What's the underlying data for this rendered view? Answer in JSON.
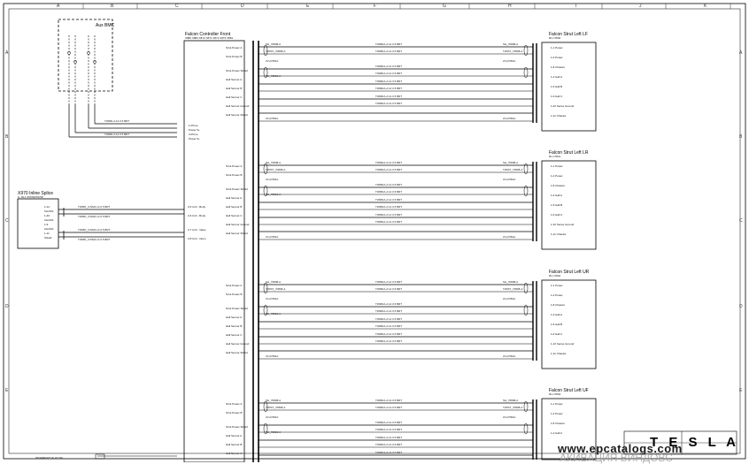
{
  "border": {
    "top_labels": [
      "A",
      "B",
      "C",
      "D",
      "E",
      "F",
      "G",
      "H",
      "I",
      "J",
      "K"
    ],
    "side_labels": [
      "A",
      "B",
      "C",
      "D",
      "E"
    ]
  },
  "aux_box": {
    "title": "Aux BMC"
  },
  "controller": {
    "title": "Falcon Controller Front",
    "connectors": "X880  X884  X872  X871  X872  X873  X881",
    "power_pins": [
      "1-Prime",
      "Power 5+",
      "3-Prime",
      "Power 5+"
    ],
    "pin_labels": [
      "Unit - Body",
      "Unit - Body",
      "Unit - Valve",
      "Unit - Open"
    ],
    "pin_numbers": [
      "2-5",
      "2-6",
      "2-7",
      "2-8"
    ]
  },
  "splice": {
    "title": "X970 Inline Splice",
    "subtitle": "H, RLJ      X970M/X970F",
    "pins": [
      "1-12",
      "CHASS",
      "1-46",
      "CHASS",
      "1-9",
      "CHASS",
      "1-11",
      "Shield"
    ]
  },
  "struts": [
    {
      "title": "Falcon Strut Left LF",
      "sub": "RLJ        X840",
      "pins": [
        "1-1 Power",
        "1-2 Power",
        "1-8 Chassis",
        "1-4 Hall A",
        "1-5 Hall B",
        "1-6 Hall C",
        "1-10 Sense Ground",
        "1-11 Chassis"
      ]
    },
    {
      "title": "Falcon Strut Left LR",
      "sub": "RLJ        X841",
      "pins": [
        "1-1 Power",
        "1-2 Power",
        "1-8 Chassis",
        "1-4 Hall A",
        "1-5 Hall B",
        "1-6 Hall C",
        "1-10 Sense Ground",
        "1-11 Chassis"
      ]
    },
    {
      "title": "Falcon Strut Left UR",
      "sub": "RLJ        X842",
      "pins": [
        "1-1 Power",
        "1-2 Power",
        "1-8 Chassis",
        "1-4 Hall A",
        "1-5 Hall B",
        "1-6 Hall C",
        "1-10 Sense Ground",
        "1-11 Chassis"
      ]
    },
    {
      "title": "Falcon Strut Left UF",
      "sub": "RLJ        X843",
      "pins": [
        "1-1 Power",
        "1-2 Power",
        "1-8 Chassis",
        "1-4 Hall A"
      ]
    }
  ],
  "controller_pin_labels": [
    "Strut Power A",
    "Strut Power B",
    "Strut Power Shield",
    "Hall Sensor A",
    "Hall Sensor B",
    "Hall Sensor C",
    "Hall Sensor Ground",
    "Hall Sensor Shield"
  ],
  "wire_codes": [
    "SH_70808-A",
    "TWIST_70808-A",
    "2V+F581A",
    "SH_70810-A",
    "2V+F581A"
  ],
  "bottom_text": "INTERRUPT IN   I/O   TEL",
  "footer": {
    "logo": "T E S L A",
    "watermark": "www.epcatalogs.com",
    "watermark_ru": "АКИВАЦИЯ ВИНДОВС"
  }
}
